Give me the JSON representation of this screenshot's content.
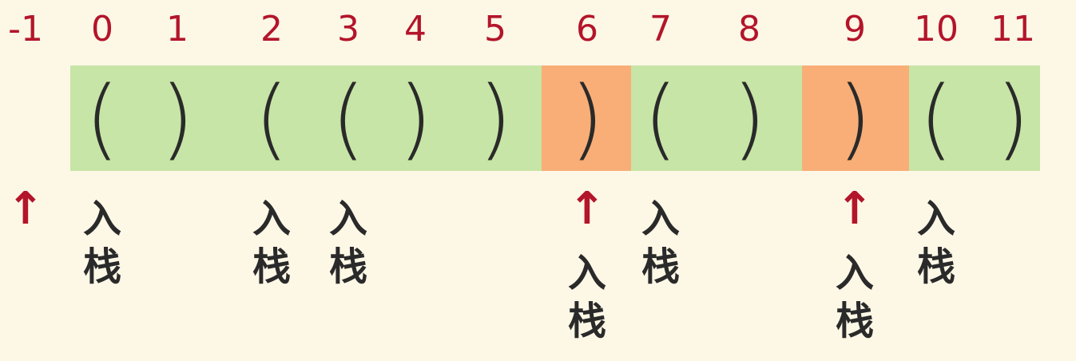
{
  "indices": [
    "-1",
    "0",
    "1",
    "2",
    "3",
    "4",
    "5",
    "6",
    "7",
    "8",
    "9",
    "10",
    "11"
  ],
  "string": [
    {
      "char": "(",
      "status": "matched"
    },
    {
      "char": ")",
      "status": "matched"
    },
    {
      "char": "(",
      "status": "matched"
    },
    {
      "char": "(",
      "status": "matched"
    },
    {
      "char": ")",
      "status": "matched"
    },
    {
      "char": ")",
      "status": "matched"
    },
    {
      "char": ")",
      "status": "unmatched"
    },
    {
      "char": "(",
      "status": "matched"
    },
    {
      "char": ")",
      "status": "matched"
    },
    {
      "char": ")",
      "status": "unmatched"
    },
    {
      "char": "(",
      "status": "matched"
    },
    {
      "char": ")",
      "status": "matched"
    }
  ],
  "annotations": [
    {
      "index": "-1",
      "arrow": "↑",
      "text": ""
    },
    {
      "index": "0",
      "arrow": "",
      "text": "入栈"
    },
    {
      "index": "2",
      "arrow": "",
      "text": "入栈"
    },
    {
      "index": "3",
      "arrow": "",
      "text": "入栈"
    },
    {
      "index": "6",
      "arrow": "↑",
      "text": "入栈"
    },
    {
      "index": "7",
      "arrow": "",
      "text": "入栈"
    },
    {
      "index": "9",
      "arrow": "↑",
      "text": "入栈"
    },
    {
      "index": "10",
      "arrow": "",
      "text": "入栈"
    }
  ],
  "colors": {
    "matched": "#c6e5a6",
    "unmatched": "#f8ae76",
    "index_text": "#b3152a",
    "paren_text": "#2a2a2a",
    "background": "#fdf7e6"
  }
}
